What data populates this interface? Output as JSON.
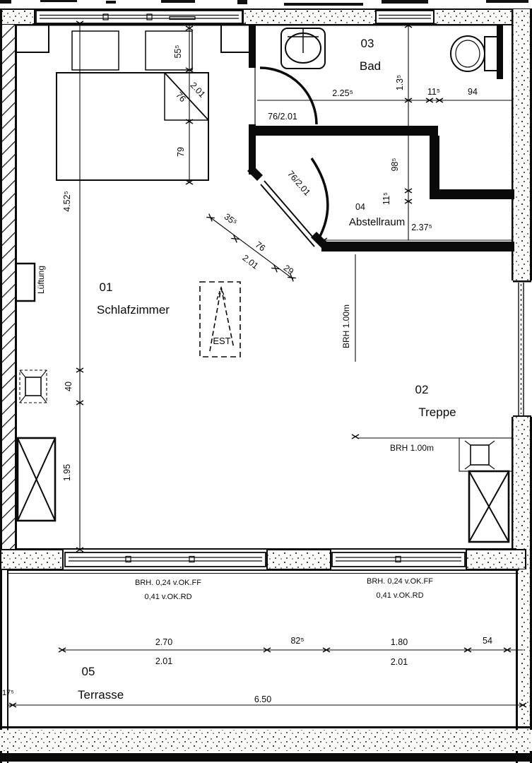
{
  "plan": {
    "rooms": {
      "schlafzimmer": {
        "number": "01",
        "name": "Schlafzimmer"
      },
      "treppe": {
        "number": "02",
        "name": "Treppe"
      },
      "bad": {
        "number": "03",
        "name": "Bad"
      },
      "abstellraum": {
        "number": "04",
        "name": "Abstellraum"
      },
      "terrasse": {
        "number": "05",
        "name": "Terrasse"
      }
    },
    "doors": {
      "bad_door": "76/2.01",
      "abstell_door": "76/2.01"
    },
    "annotations": {
      "lueftung": "Lüftung",
      "est": "EST",
      "brh_rail_vertical": "BRH 1.00m",
      "brh_rail_horizontal": "BRH 1.00m",
      "brh_left_line1": "BRH. 0,24 v.OK.FF",
      "brh_left_line2": "0,41 v.OK.RD",
      "brh_right_line1": "BRH. 0,24 v.OK.FF",
      "brh_right_line2": "0,41 v.OK.RD"
    },
    "dimensions": {
      "bedroom_height": "4.52⁵",
      "bedroom_niche": "40",
      "bedroom_lower": "1.95",
      "nightstand": "55⁵",
      "bed_door_width": "76",
      "bed_door_height": "2.01",
      "bed_side": "79",
      "bad_width": "2.25⁵",
      "bad_window": "1.3⁵",
      "bad_wall": "11⁵",
      "wc_niche": "94",
      "abst_height": "98⁵",
      "abst_wall": "11⁵",
      "abst_width": "2.37⁵",
      "diag_a": "35⁵",
      "diag_door_width": "76",
      "diag_door_height": "2.01",
      "diag_b": "29",
      "win1_width": "2.70",
      "win1_height": "2.01",
      "pier": "82⁵",
      "win2_width": "1.80",
      "win2_height": "2.01",
      "corner": "54",
      "terrace_edge": "17⁵",
      "terrace_width": "6.50"
    }
  }
}
